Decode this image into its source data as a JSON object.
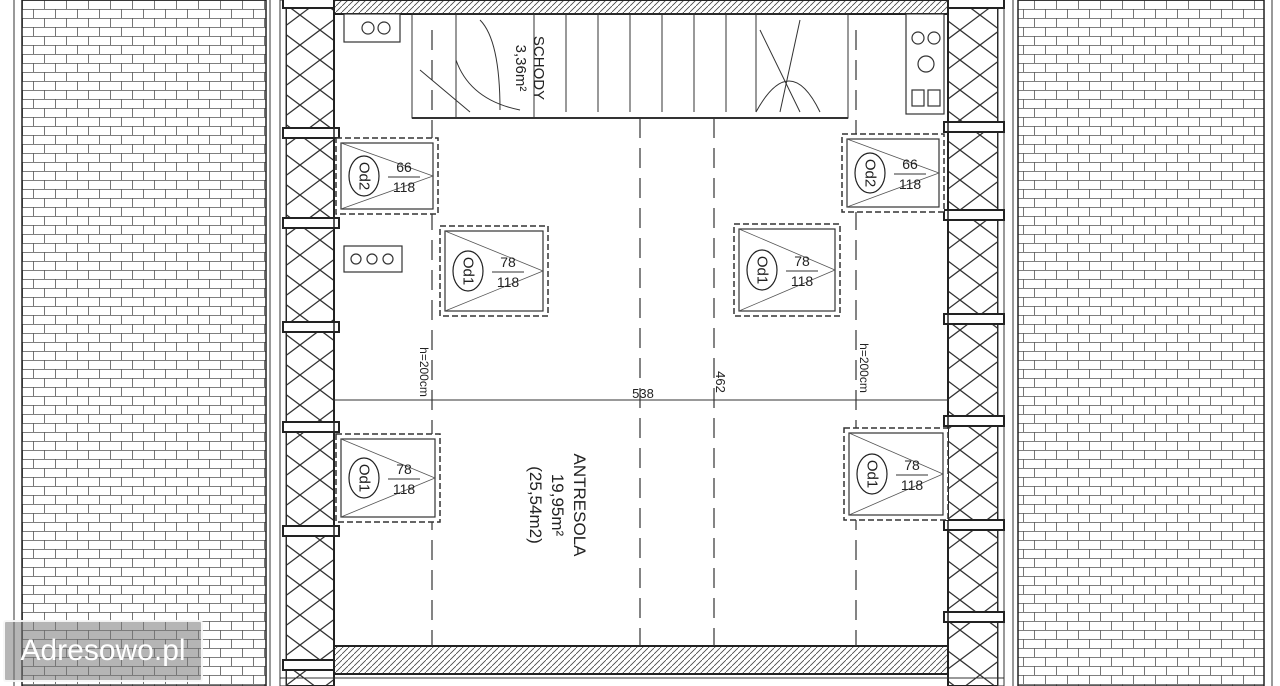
{
  "plan": {
    "stairs": {
      "name": "SCHODY",
      "area": "3,36m²"
    },
    "room": {
      "name": "ANTRESOLA",
      "area": "19,95m²",
      "area_total": "(25,54m2)"
    },
    "heights": {
      "left": "h=200cm",
      "right": "h=200cm"
    },
    "dimensions": {
      "horizontal": "538",
      "vertical": "462"
    },
    "windows": [
      {
        "code": "Od2",
        "width": "66",
        "height": "118"
      },
      {
        "code": "Od2",
        "width": "66",
        "height": "118"
      },
      {
        "code": "Od1",
        "width": "78",
        "height": "118"
      },
      {
        "code": "Od1",
        "width": "78",
        "height": "118"
      },
      {
        "code": "Od1",
        "width": "78",
        "height": "118"
      },
      {
        "code": "Od1",
        "width": "78",
        "height": "118"
      }
    ]
  },
  "watermark": {
    "text": "Adresowo.pl"
  },
  "colors": {
    "line": "#222222",
    "background": "#ffffff",
    "watermark_bg": "#7a7a7a"
  }
}
